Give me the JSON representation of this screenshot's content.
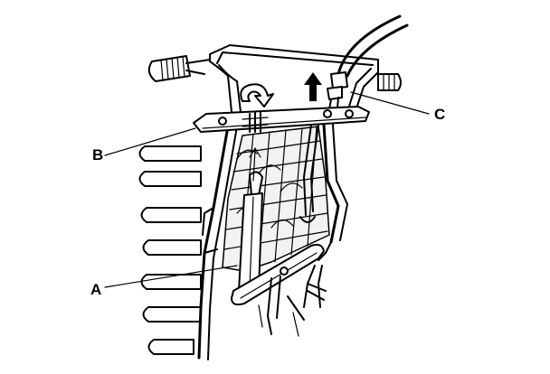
{
  "diagram": {
    "callouts": {
      "a": "A",
      "b": "B",
      "c": "C"
    },
    "colors": {
      "line": "#000000",
      "fill": "#ffffff",
      "tint": "#f2f2f2"
    },
    "icons": {
      "rotate_arrow": "curved-arrow-icon",
      "pull_arrow": "up-arrow-icon"
    }
  }
}
